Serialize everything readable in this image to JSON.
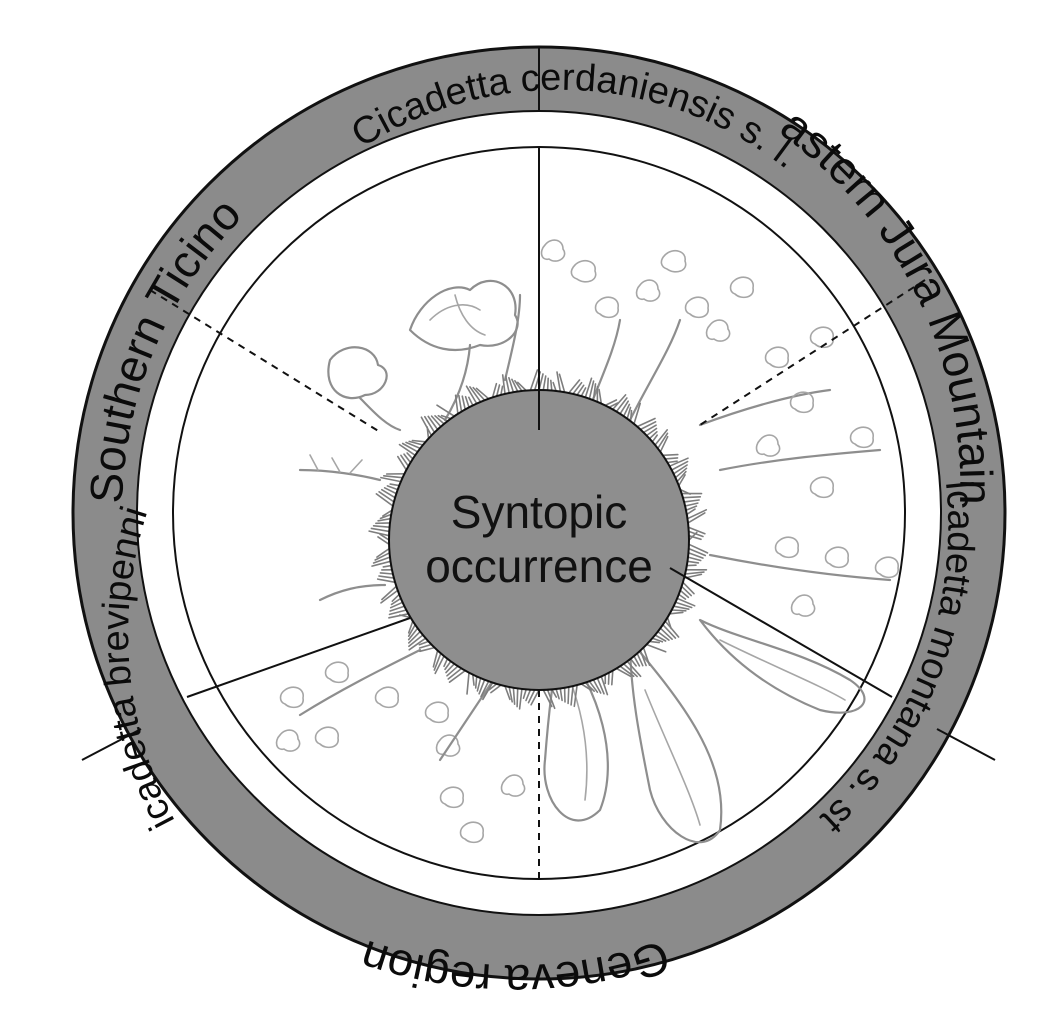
{
  "center": {
    "line1": "Syntopic",
    "line2": "occurrence"
  },
  "regions": {
    "southern_ticino": "Southern Ticino",
    "eastern_jura": "Eastern Jura Mountains",
    "geneva": "Geneva region"
  },
  "species": {
    "cerdaniensis": "Cicadetta cerdaniensis s. l.",
    "montana": "Cicadetta montana s. str.",
    "brevipennis": "Cicadetta brevipennis"
  },
  "colors": {
    "ring": "#8b8b8b",
    "center": "#8e8e8e",
    "stroke": "#111111",
    "sketch": "#8e8e8e",
    "background": "#ffffff"
  },
  "icons": [
    "vegetation-sketch"
  ]
}
